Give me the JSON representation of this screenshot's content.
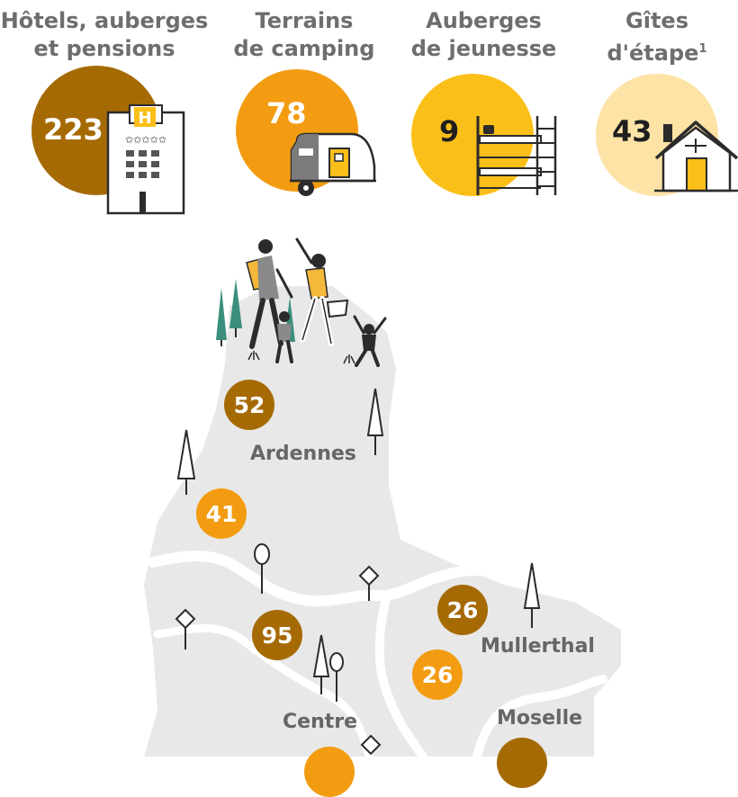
{
  "categories": [
    {
      "label_line1": "Hôtels, auberges",
      "label_line2": "et pensions",
      "count": "223",
      "color": "#a66a05"
    },
    {
      "label_line1": "Terrains",
      "label_line2": "de camping",
      "count": "78",
      "color": "#f39c12"
    },
    {
      "label_line1": "Auberges",
      "label_line2": "de jeunesse",
      "count": "9",
      "color": "#fbbf19"
    },
    {
      "label_line1": "Gîtes",
      "label_line2": "d'étape",
      "footnote": "1",
      "count": "43",
      "color": "#fde3a6"
    }
  ],
  "icons": [
    "hotel-building-icon",
    "camping-caravan-icon",
    "bunk-bed-icon",
    "house-icon",
    "hiking-family-icon",
    "tree-icon"
  ],
  "regions": {
    "ardennes": "Ardennes",
    "mullerthal": "Mullerthal",
    "centre": "Centre",
    "moselle": "Moselle"
  },
  "region_badges": {
    "ardennes_hotels": "52",
    "ardennes_camping": "41",
    "centre_hotels": "95",
    "mullerthal_hotels": "26",
    "mullerthal_camping": "26"
  }
}
